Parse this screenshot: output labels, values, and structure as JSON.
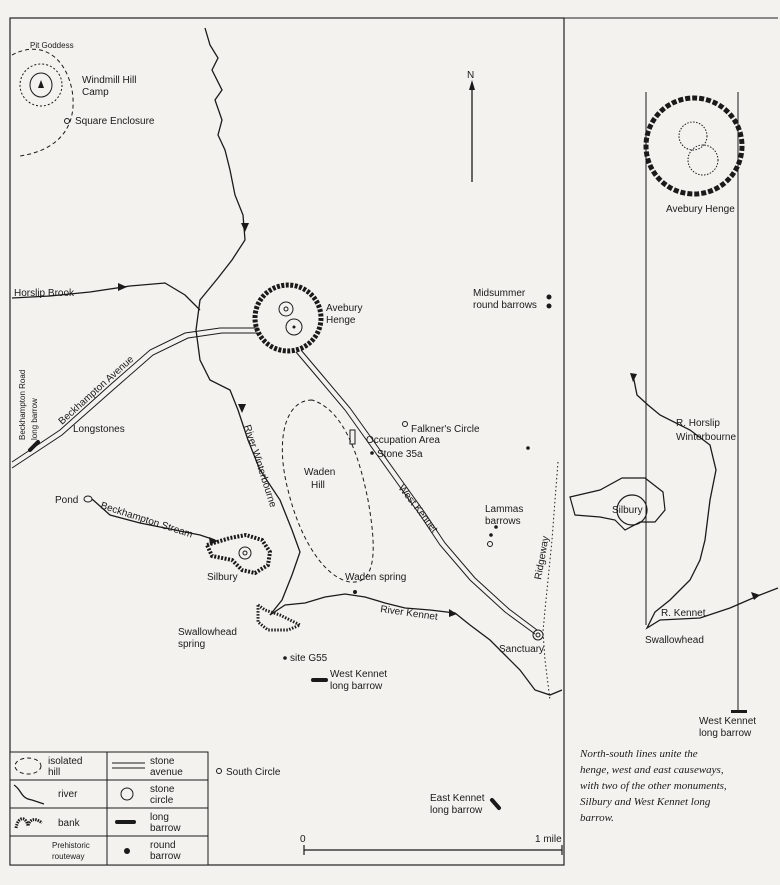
{
  "map": {
    "north_label": "N",
    "places": {
      "pit_goddess": "Pit Goddess",
      "windmill_hill_1": "Windmill Hill",
      "windmill_hill_2": "Camp",
      "square_enclosure": "Square Enclosure",
      "horslip_brook": "Horslip Brook",
      "avebury_henge_1": "Avebury",
      "avebury_henge_2": "Henge",
      "midsummer_1": "Midsummer",
      "midsummer_2": "round barrows",
      "beckhampton_avenue": "Beckhampton Avenue",
      "beckhampton_road_1": "Beckhampton Road",
      "beckhampton_road_2": "long barrow",
      "longstones": "Longstones",
      "river_winterbourne": "River Winterbourne",
      "falkners_circle": "Falkner's Circle",
      "occupation_area": "Occupation Area",
      "stone_35a": "Stone 35a",
      "waden_hill_1": "Waden",
      "waden_hill_2": "Hill",
      "west_kennet": "West Kennet",
      "lammas_1": "Lammas",
      "lammas_2": "barrows",
      "ridgeway": "Ridgeway",
      "pond": "Pond",
      "beckhampton_stream": "Beckhampton Stream",
      "silbury": "Silbury",
      "waden_spring": "Waden spring",
      "river_kennet": "River Kennet",
      "swallowhead_1": "Swallowhead",
      "swallowhead_2": "spring",
      "site_g55": "site G55",
      "wk_long_barrow_1": "West Kennet",
      "wk_long_barrow_2": "long barrow",
      "sanctuary": "Sanctuary",
      "south_circle": "South Circle",
      "east_kennet_1": "East Kennet",
      "east_kennet_2": "long barrow"
    },
    "scale": {
      "start": "0",
      "end": "1 mile"
    }
  },
  "legend": {
    "isolated_hill_1": "isolated",
    "isolated_hill_2": "hill",
    "stone_avenue_1": "stone",
    "stone_avenue_2": "avenue",
    "river": "river",
    "stone_circle_1": "stone",
    "stone_circle_2": "circle",
    "bank": "bank",
    "long_barrow_1": "long",
    "long_barrow_2": "barrow",
    "routeway_1": "Prehistoric",
    "routeway_2": "routeway",
    "round_barrow_1": "round",
    "round_barrow_2": "barrow"
  },
  "inset": {
    "avebury_henge": "Avebury Henge",
    "r_horslip_1": "R. Horslip",
    "r_horslip_2": "Winterbourne",
    "silbury": "Silbury",
    "r_kennet": "R. Kennet",
    "swallowhead": "Swallowhead",
    "wk_long_barrow_1": "West Kennet",
    "wk_long_barrow_2": "long barrow"
  },
  "caption": {
    "line1": "North-south lines unite the",
    "line2": "henge, west and east causeways,",
    "line3": "with two of the other monuments,",
    "line4": "Silbury and West Kennet long",
    "line5": "barrow."
  }
}
